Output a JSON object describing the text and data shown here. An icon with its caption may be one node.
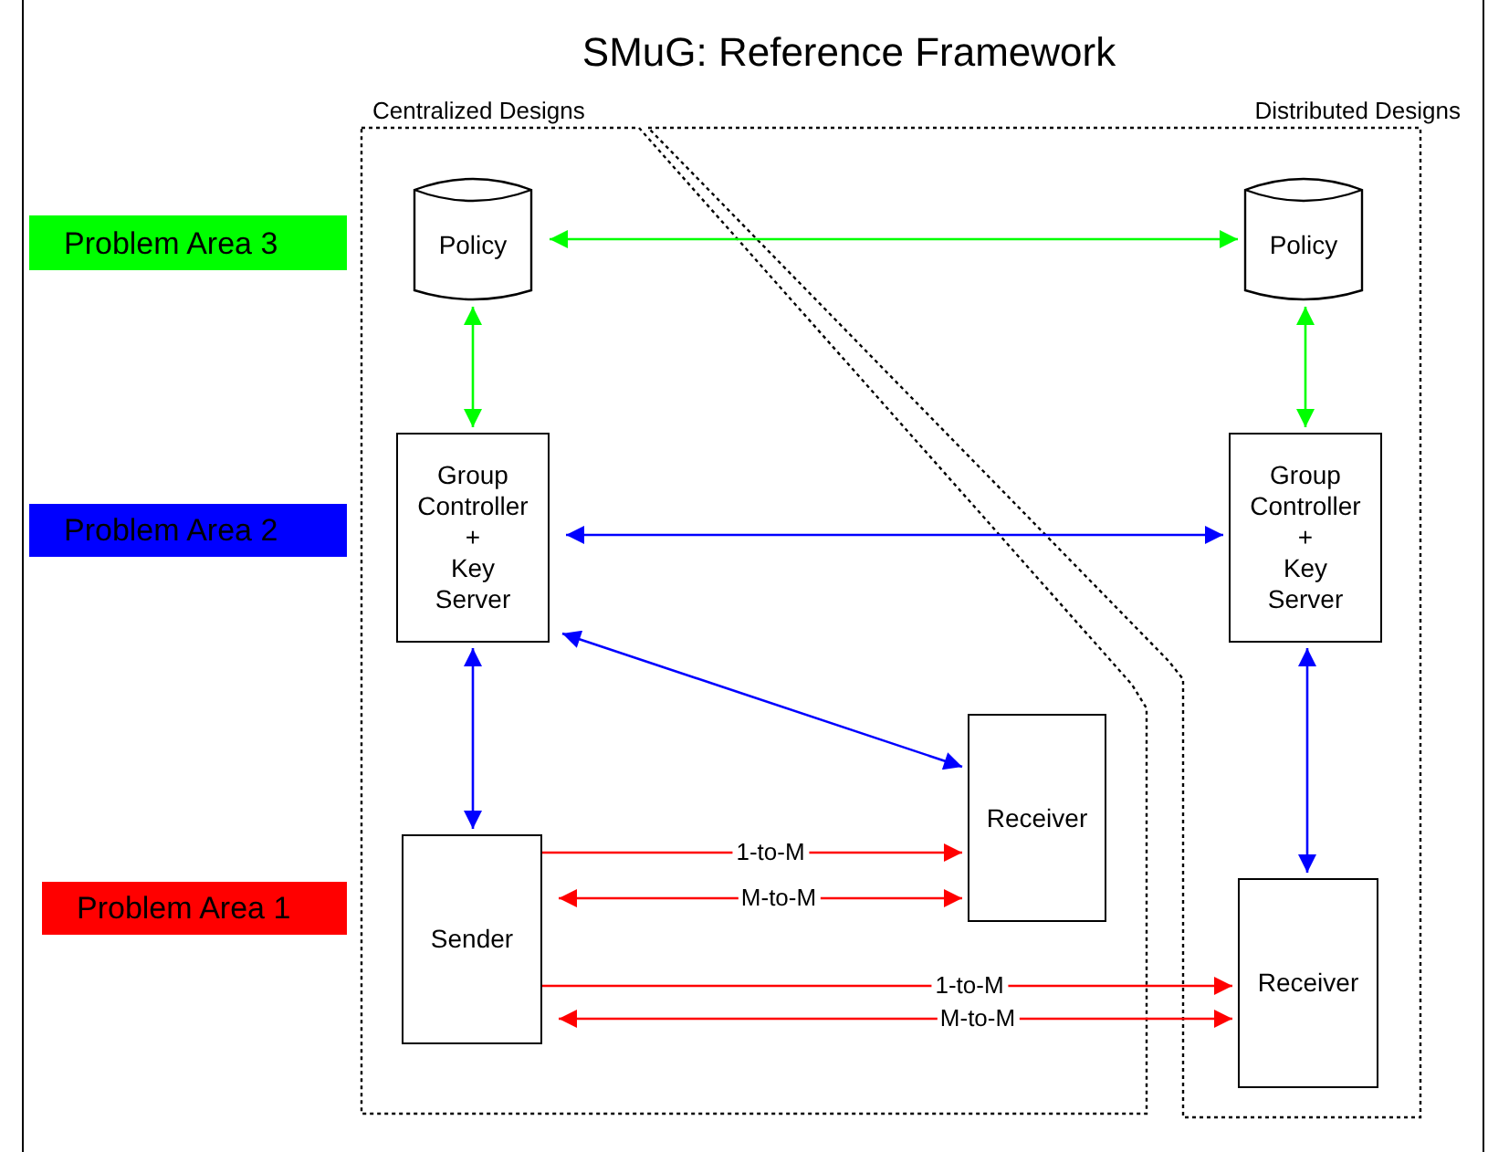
{
  "diagram": {
    "title": "SMuG: Reference Framework",
    "nodes": [
      {
        "text": [
          "Centralized Designs"
        ]
      },
      {
        "text": [
          "Distributed Designs"
        ]
      },
      {
        "text": [
          "Policy"
        ],
        "in": 0
      },
      {
        "text": [
          "Group Controller + Key Server"
        ],
        "in": 0
      },
      {
        "text": [
          "Receiver"
        ],
        "in": 0
      },
      {
        "text": [
          "Sender"
        ],
        "in": 0
      },
      {
        "text": [
          "Policy"
        ],
        "in": 1
      },
      {
        "text": [
          "Group Controller + Key Server"
        ],
        "in": 1
      },
      {
        "text": [
          "Receiver"
        ],
        "in": 1
      },
      {
        "text": [
          "Problem Area 3"
        ]
      },
      {
        "text": [
          "Problem Area 2"
        ]
      },
      {
        "text": [
          "Problem Area 1"
        ]
      }
    ],
    "edges": [
      {
        "from": 2,
        "to": 6,
        "arrow": "both",
        "color": "#00ff00"
      },
      {
        "from": 2,
        "to": 3,
        "arrow": "both",
        "color": "#00ff00"
      },
      {
        "from": 6,
        "to": 7,
        "arrow": "both",
        "color": "#00ff00"
      },
      {
        "from": 3,
        "to": 7,
        "arrow": "both",
        "color": "#0000ff"
      },
      {
        "from": 3,
        "to": 4,
        "arrow": "both",
        "color": "#0000ff"
      },
      {
        "from": 3,
        "to": 5,
        "arrow": "both",
        "color": "#0000ff"
      },
      {
        "from": 7,
        "to": 8,
        "arrow": "both",
        "color": "#0000ff"
      },
      {
        "from": 5,
        "to": 4,
        "arrow": "to",
        "label": "1-to-M",
        "color": "#ff0000"
      },
      {
        "from": 5,
        "to": 4,
        "arrow": "both",
        "label": "M-to-M",
        "color": "#ff0000"
      },
      {
        "from": 5,
        "to": 8,
        "arrow": "to",
        "label": "1-to-M",
        "color": "#ff0000"
      },
      {
        "from": 5,
        "to": 8,
        "arrow": "both",
        "label": "M-to-M",
        "color": "#ff0000"
      }
    ]
  }
}
